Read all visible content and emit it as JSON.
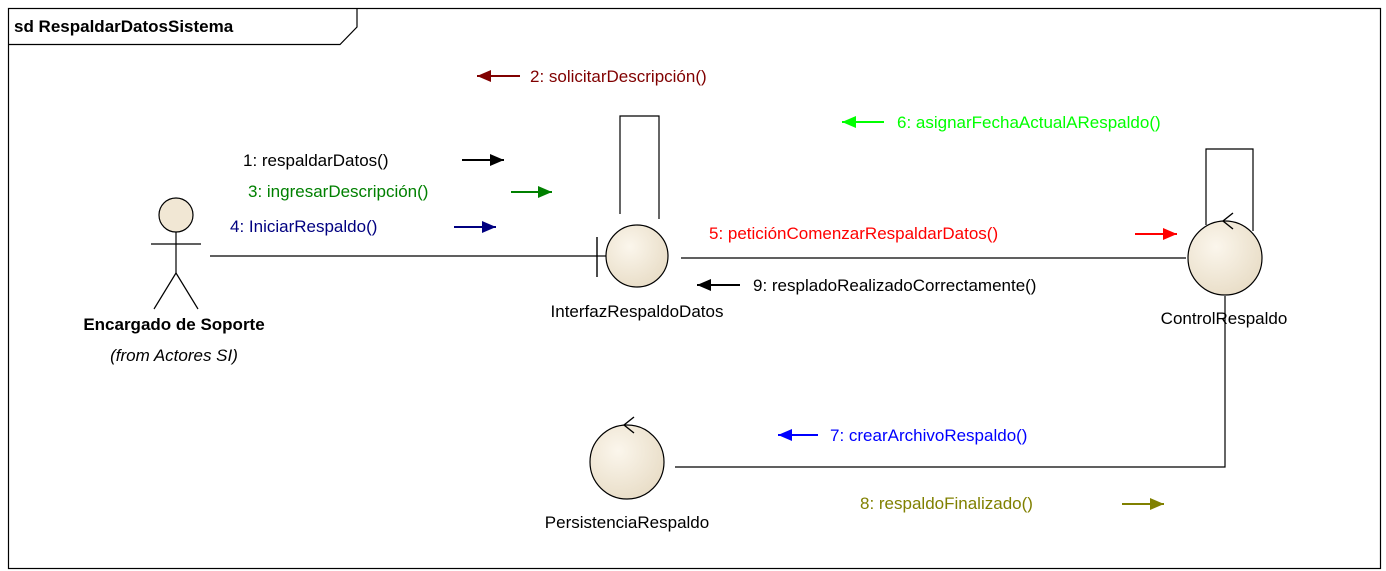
{
  "frame": {
    "title": "sd RespaldarDatosSistema"
  },
  "actor": {
    "name": "Encargado de Soporte",
    "note": "(from Actores SI)"
  },
  "objects": {
    "interfaz": "InterfazRespaldoDatos",
    "control": "ControlRespaldo",
    "persistencia": "PersistenciaRespaldo"
  },
  "messages": [
    {
      "id": "m1",
      "text": "1: respaldarDatos()",
      "color": "#000000",
      "direction": "right"
    },
    {
      "id": "m2",
      "text": "2: solicitarDescripción()",
      "color": "#800000",
      "direction": "left"
    },
    {
      "id": "m3",
      "text": "3: ingresarDescripción()",
      "color": "#008000",
      "direction": "right"
    },
    {
      "id": "m4",
      "text": "4: IniciarRespaldo()",
      "color": "#000080",
      "direction": "right"
    },
    {
      "id": "m5",
      "text": "5: peticiónComenzarRespaldarDatos()",
      "color": "#ff0000",
      "direction": "right"
    },
    {
      "id": "m6",
      "text": "6: asignarFechaActualARespaldo()",
      "color": "#00ff00",
      "direction": "left"
    },
    {
      "id": "m7",
      "text": "7: crearArchivoRespaldo()",
      "color": "#0000ff",
      "direction": "left"
    },
    {
      "id": "m8",
      "text": "8: respaldoFinalizado()",
      "color": "#808000",
      "direction": "right"
    },
    {
      "id": "m9",
      "text": "9: respladoRealizadoCorrectamente()",
      "color": "#000000",
      "direction": "left"
    }
  ]
}
